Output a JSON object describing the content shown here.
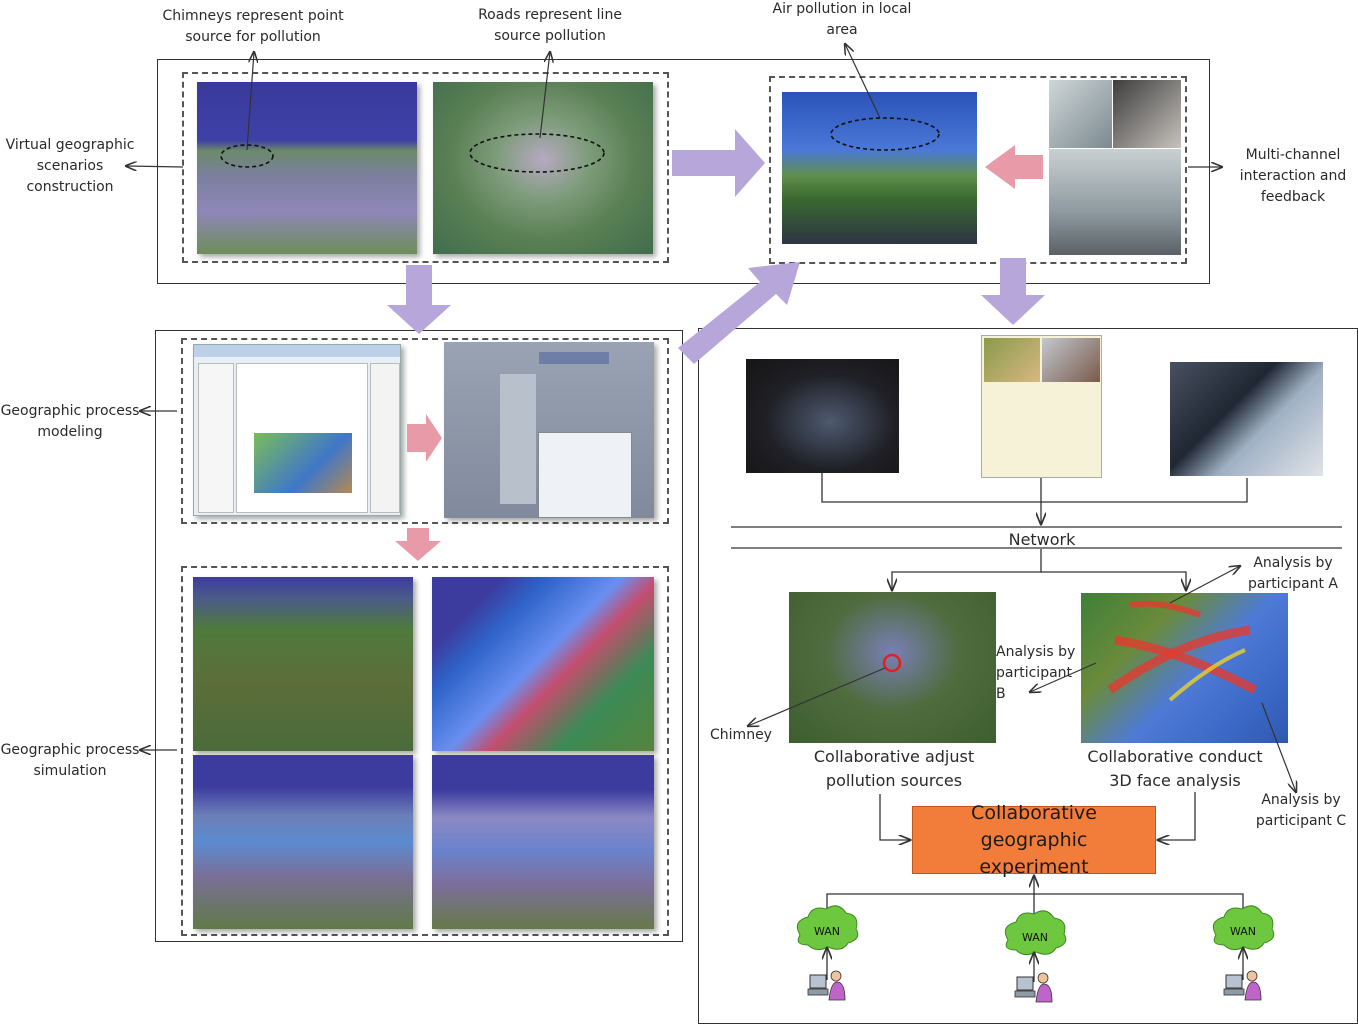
{
  "labels": {
    "chimneys": "Chimneys represent point source for pollution",
    "roads": "Roads represent line source pollution",
    "air_pollution": "Air pollution in local area",
    "virtual_scenarios": "Virtual geographic scenarios construction",
    "multi_channel": "Multi-channel interaction and feedback",
    "process_modeling": "Geographic process modeling",
    "process_simulation": "Geographic process simulation",
    "network": "Network",
    "analysis_a": "Analysis by participant A",
    "analysis_b": "Analysis by participant B",
    "analysis_c": "Analysis by participant C",
    "chimney": "Chimney",
    "adjust_sources": "Collaborative adjust pollution sources",
    "face_analysis": "Collaborative conduct 3D face analysis",
    "experiment": "Collaborative geographic experiment",
    "wan": "WAN"
  },
  "colors": {
    "big_arrow": "#b7a6d9",
    "pink_arrow": "#e99aa8",
    "core_box": "#f27c3a",
    "cloud": "#6ec83f"
  },
  "icons": [
    "person-at-computer-icon",
    "wan-cloud-icon"
  ]
}
